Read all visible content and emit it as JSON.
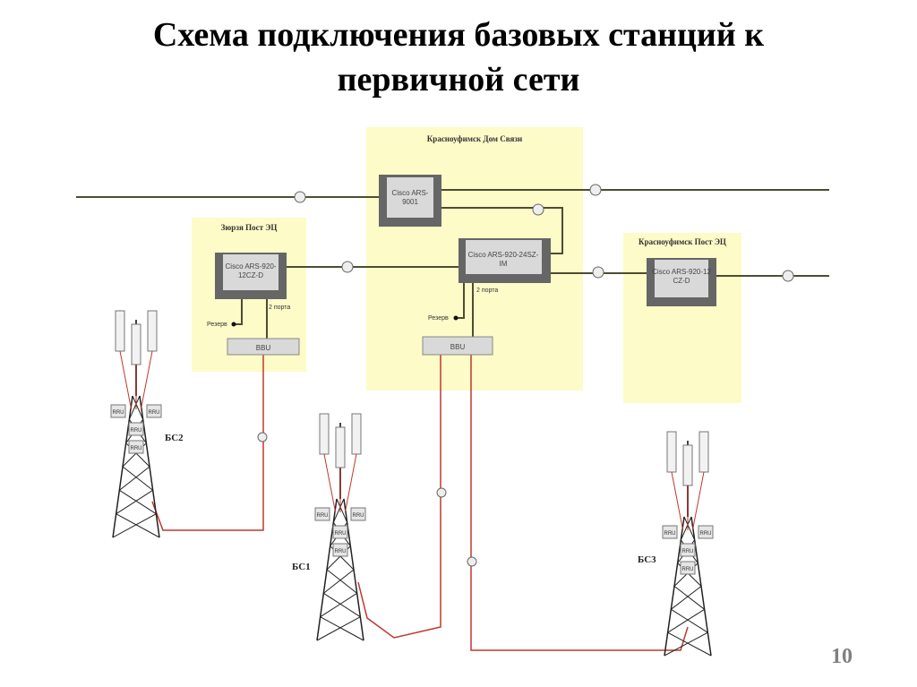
{
  "slide": {
    "title_line1": "Схема подключения базовых станций к",
    "title_line2": "первичной сети",
    "page_number": "10"
  },
  "zones": [
    {
      "title": "Красноуфимск Дом Связи",
      "color": "#fdfbc8"
    },
    {
      "title": "Зюрзя Пост ЭЦ",
      "color": "#fdfbc8"
    },
    {
      "title": "Красноуфимск Пост ЭЦ",
      "color": "#fdfbc8"
    }
  ],
  "devices": {
    "asr9001": {
      "line1": "Cisco ARS-",
      "line2": "9001"
    },
    "asr920_24": {
      "line1": "Cisco ARS-920-24SZ-",
      "line2": "IM"
    },
    "asr920_left": {
      "line1": "Cisco ARS-920-",
      "line2": "12CZ-D"
    },
    "asr920_right": {
      "line1": "Cisco ARS-920-12",
      "line2": "CZ-D"
    }
  },
  "bbu": {
    "left": "BBU",
    "center": "BBU"
  },
  "labels": {
    "ports_left": "2 порта",
    "reserve_left": "Резерв",
    "ports_center": "2 порта",
    "reserve_center": "Резерв",
    "rru": "RRU"
  },
  "stations": {
    "bs1": "БС1",
    "bs2": "БС2",
    "bs3": "БС3"
  },
  "colors": {
    "link": "#4d4d33",
    "fiber": "#c0392b",
    "zone": "#fdfbc8",
    "device": "#d9d9d9",
    "device_border": "#666666"
  }
}
